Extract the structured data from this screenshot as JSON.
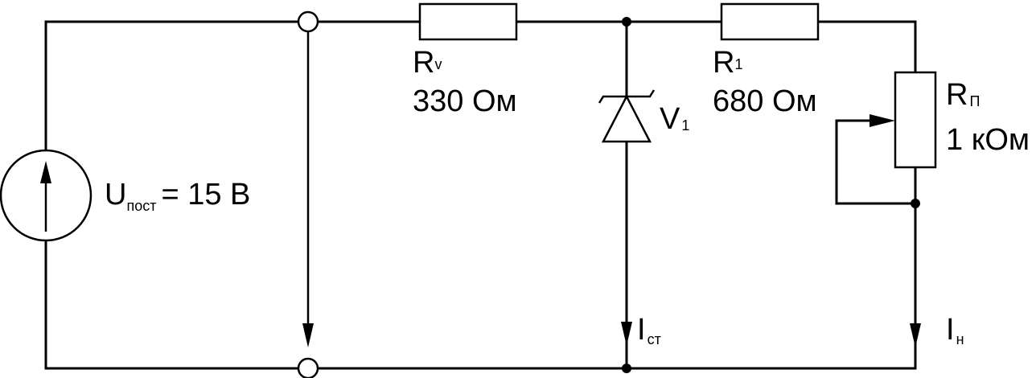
{
  "source": {
    "label_main": "U",
    "label_sub": "пост",
    "label_value": "= 15 В"
  },
  "rv": {
    "label_main": "R",
    "label_sub": "v",
    "value": "330 Ом"
  },
  "r1": {
    "label_main": "R",
    "label_sub": "1",
    "value": "680 Ом"
  },
  "rp": {
    "label_main": "R",
    "label_sub": "П",
    "value": "1 кОм"
  },
  "v1": {
    "label_main": "V",
    "label_sub": "1"
  },
  "currents": {
    "ist": {
      "label_main": "I",
      "label_sub": "ст"
    },
    "in": {
      "label_main": "I",
      "label_sub": "н"
    }
  }
}
